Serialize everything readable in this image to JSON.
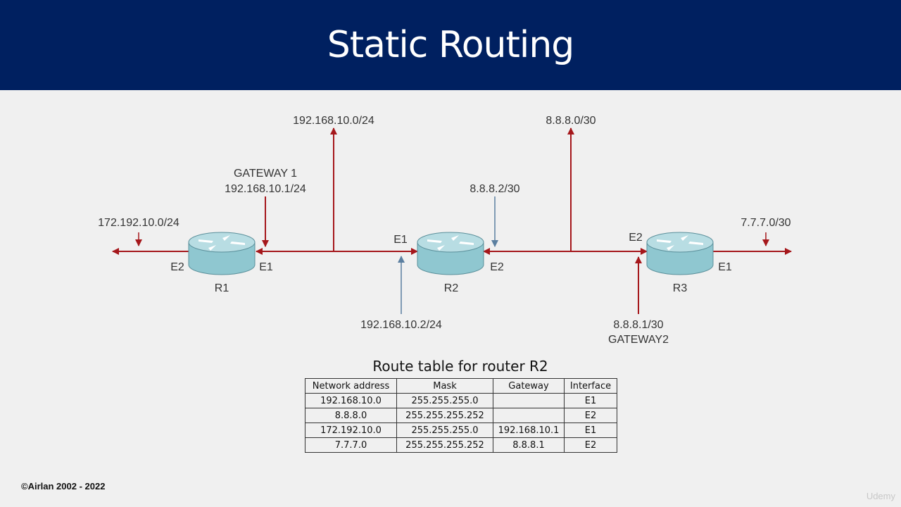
{
  "title": "Static Routing",
  "diagram": {
    "labels": {
      "net_r1_r2": "192.168.10.0/24",
      "net_r2_r3": "8.8.8.0/30",
      "gateway1_name": "GATEWAY 1",
      "gateway1_ip": "192.168.10.1/24",
      "r2_e2_ip": "8.8.8.2/30",
      "net_r1_left": "172.192.10.0/24",
      "net_r3_right": "7.7.7.0/30",
      "r2_e1_ip": "192.168.10.2/24",
      "gateway2_ip": "8.8.8.1/30",
      "gateway2_name": "GATEWAY2"
    },
    "routers": [
      {
        "name": "R1",
        "left_port": "E2",
        "right_port": "E1"
      },
      {
        "name": "R2",
        "left_port": "E1",
        "right_port": "E2"
      },
      {
        "name": "R3",
        "left_port": "E2",
        "right_port": "E1"
      }
    ],
    "colors": {
      "link": "#a5171b",
      "pointer": "#5b7fa0",
      "router_top": "#b8dde3",
      "router_side": "#8fc7d0"
    }
  },
  "route_table": {
    "caption": "Route table for router R2",
    "headers": [
      "Network address",
      "Mask",
      "Gateway",
      "Interface"
    ],
    "rows": [
      [
        "192.168.10.0",
        "255.255.255.0",
        "",
        "E1"
      ],
      [
        "8.8.8.0",
        "255.255.255.252",
        "",
        "E2"
      ],
      [
        "172.192.10.0",
        "255.255.255.0",
        "192.168.10.1",
        "E1"
      ],
      [
        "7.7.7.0",
        "255.255.255.252",
        "8.8.8.1",
        "E2"
      ]
    ]
  },
  "footer": {
    "copyright": "©Airlan 2002 - 2022",
    "watermark": "Udemy"
  }
}
